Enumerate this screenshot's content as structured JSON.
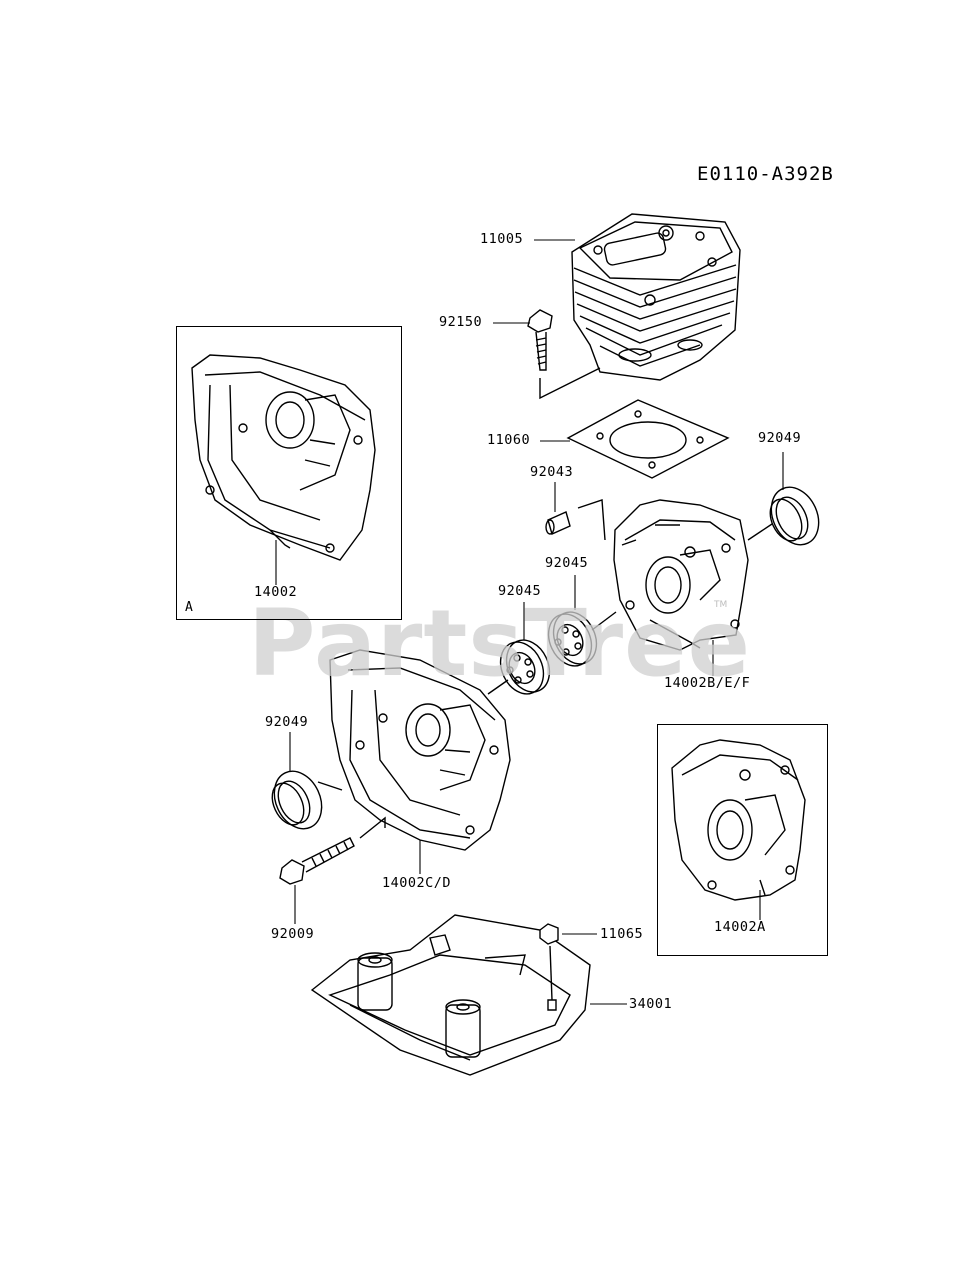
{
  "diagram_code": "E0110-A392B",
  "watermark": {
    "text": "PartsTree",
    "trademark": "TM"
  },
  "inset_a": {
    "letter": "A",
    "part": "14002"
  },
  "inset_b": {
    "part": "14002A"
  },
  "parts": {
    "cylinder": "11005",
    "cylinder_bolt": "92150",
    "gasket": "11060",
    "oil_seal_right": "92049",
    "pin": "92043",
    "bearing_right": "92045",
    "bearing_left": "92045",
    "crankcase_right": "14002B/E/F",
    "oil_seal_left": "92049",
    "crankcase_left": "14002C/D",
    "crankcase_bolt": "92009",
    "cap": "11065",
    "cover": "34001"
  }
}
